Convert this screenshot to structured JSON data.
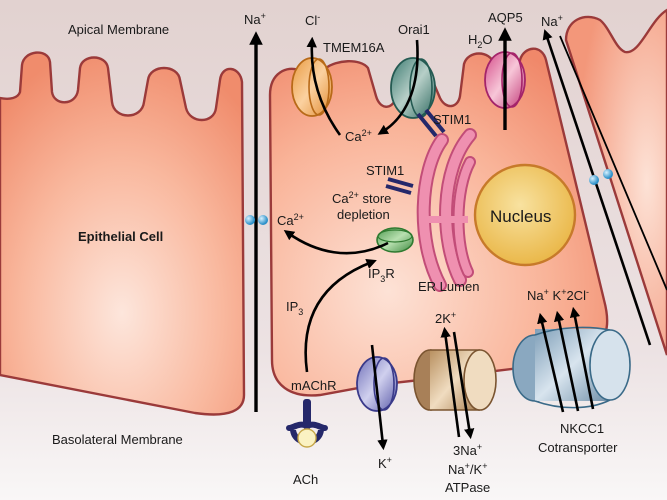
{
  "title": "Epithelial cell ion and water transport mechanisms",
  "regions": {
    "apical": "Apical Membrane",
    "basolateral": "Basolateral Membrane",
    "cell": "Epithelial Cell",
    "nucleus": "Nucleus",
    "er": "ER Lumen"
  },
  "channels": {
    "tmem16a": {
      "name": "TMEM16A",
      "ion": "Cl",
      "ion_sup": "-",
      "color": "#e9a04a"
    },
    "orai1": {
      "name": "Orai1",
      "color": "#3f8579"
    },
    "aqp5": {
      "name": "AQP5",
      "molecule": "H",
      "molecule_sub": "2",
      "molecule_tail": "O",
      "color": "#d04a84"
    },
    "ip3r": {
      "name": "IP",
      "name_sub": "3",
      "name_tail": "R",
      "color": "#5aa65a"
    },
    "kchannel": {
      "ion": "K",
      "ion_sup": "+",
      "color": "#7a7ac0"
    },
    "atpase": {
      "name_line1": "Na",
      "name_line1_sup": "+",
      "name_line1_mid": "/K",
      "name_line1_sup2": "+",
      "name_line2": "ATPase",
      "in": "2K",
      "in_sup": "+",
      "out": "3Na",
      "out_sup": "+",
      "color": "#c9a67a"
    },
    "nkcc1": {
      "name_line1": "NKCC1",
      "name_line2": "Cotransporter",
      "ion1": "Na",
      "ion1_sup": "+",
      "ion2": "K",
      "ion2_sup": "+",
      "ion3": "2Cl",
      "ion3_sup": "-",
      "color": "#8fb0c8"
    }
  },
  "signals": {
    "stim1_top": "STIM1",
    "stim1_left": "STIM1",
    "ca_orai": "Ca",
    "ca_orai_sup": "2+",
    "ca_ip3": "Ca",
    "ca_ip3_sup": "2+",
    "store_line1": "Ca",
    "store_line1_sup": "2+",
    "store_line1_tail": " store",
    "store_line2": "depletion",
    "ip3": "IP",
    "ip3_sub": "3",
    "machr": "mAChR",
    "ach": "ACh"
  },
  "paracellular": {
    "left": {
      "ion": "Na",
      "ion_sup": "+"
    },
    "right": {
      "ion": "Na",
      "ion_sup": "+"
    }
  }
}
